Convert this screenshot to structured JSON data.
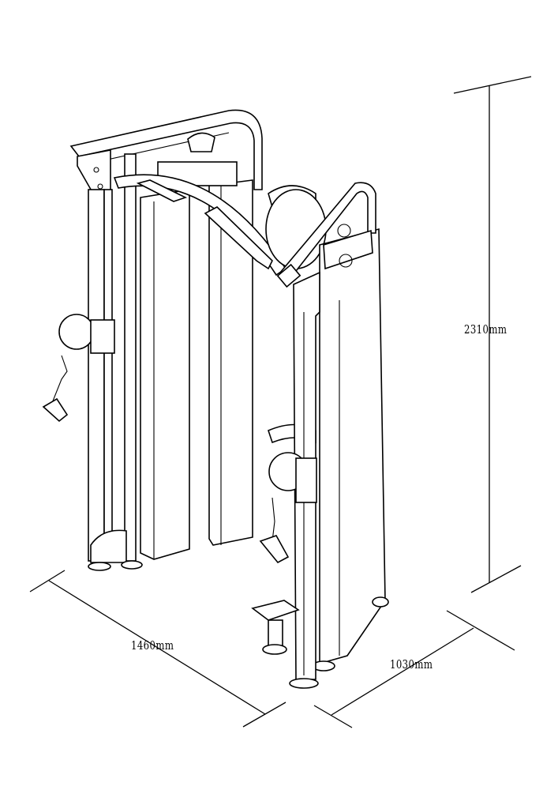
{
  "dimensions": {
    "height": "2310mm",
    "width": "1460mm",
    "depth": "1030mm"
  }
}
